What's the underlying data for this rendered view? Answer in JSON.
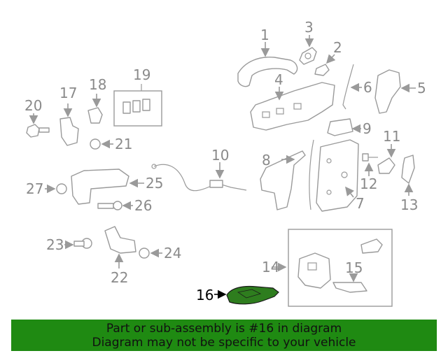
{
  "labels": {
    "p1": "1",
    "p2": "2",
    "p3": "3",
    "p4": "4",
    "p5": "5",
    "p6": "6",
    "p7": "7",
    "p8": "8",
    "p9": "9",
    "p10": "10",
    "p11": "11",
    "p12": "12",
    "p13": "13",
    "p14": "14",
    "p15": "15",
    "p16": "16",
    "p17": "17",
    "p18": "18",
    "p19": "19",
    "p20": "20",
    "p21": "21",
    "p22": "22",
    "p23": "23",
    "p24": "24",
    "p25": "25",
    "p26": "26",
    "p27": "27"
  },
  "highlight_color": "#2e7d1e",
  "banner": {
    "line1": "Part or sub-assembly is #16 in diagram",
    "line2": "Diagram may not be specific to your vehicle",
    "color": "#1f8a12"
  }
}
